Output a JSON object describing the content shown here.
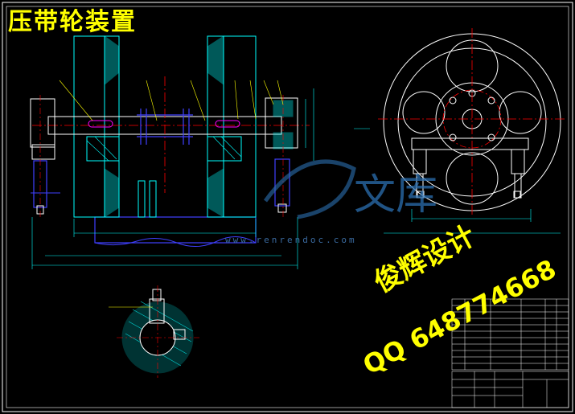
{
  "title": "压带轮装置",
  "watermark": {
    "designer": "俊辉设计",
    "qq": "QQ 648774668",
    "site": "www.renrendoc.com",
    "logo_text": "文库"
  },
  "colors": {
    "background": "#000000",
    "outline": "#00ffff",
    "part": "#ffffff",
    "center_line": "#ff0000",
    "section": "#4040ff",
    "accent": "#ff00ff",
    "annotation": "#ffff00"
  }
}
